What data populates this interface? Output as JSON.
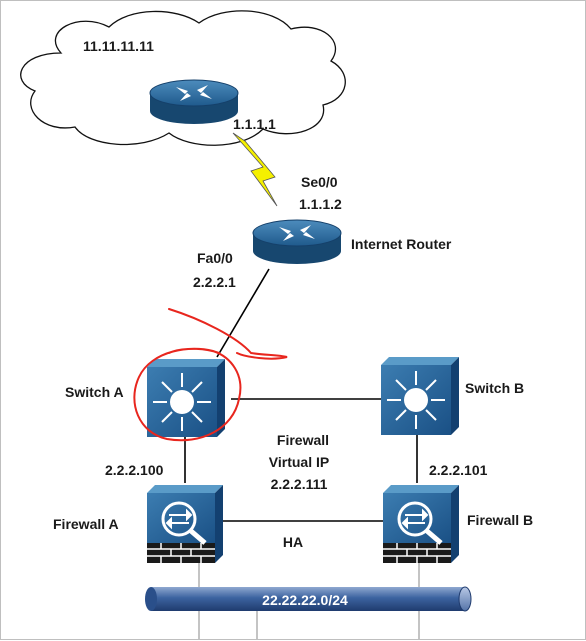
{
  "colors": {
    "device_blue": "#1e5d90",
    "device_dark": "#0f3d63",
    "device_light": "#5a9bc8",
    "lightning": "#f5f000",
    "annotation_red": "#e8261e",
    "network_bar": "#2a4f8a",
    "link": "#000000"
  },
  "cloud": {
    "label": "11.11.11.11"
  },
  "top_router": {
    "name": "",
    "interface_ip": "1.1.1.1",
    "icon": "router-icon"
  },
  "internet_router": {
    "name": "Internet Router",
    "serial_interface": "Se0/0",
    "serial_ip": "1.1.1.2",
    "fast_interface": "Fa0/0",
    "fast_ip": "2.2.2.1",
    "icon": "router-icon"
  },
  "switch_a": {
    "name": "Switch A",
    "icon": "multilayer-switch-icon"
  },
  "switch_b": {
    "name": "Switch B",
    "icon": "multilayer-switch-icon"
  },
  "virtual_ip": {
    "line1": "Firewall",
    "line2": "Virtual IP",
    "line3": "2.2.2.111"
  },
  "firewall_a": {
    "name": "Firewall A",
    "ip": "2.2.2.100",
    "icon": "firewall-icon"
  },
  "firewall_b": {
    "name": "Firewall B",
    "ip": "2.2.2.101",
    "icon": "firewall-icon"
  },
  "ha_link": {
    "label": "HA"
  },
  "network": {
    "label": "22.22.22.0/24"
  }
}
